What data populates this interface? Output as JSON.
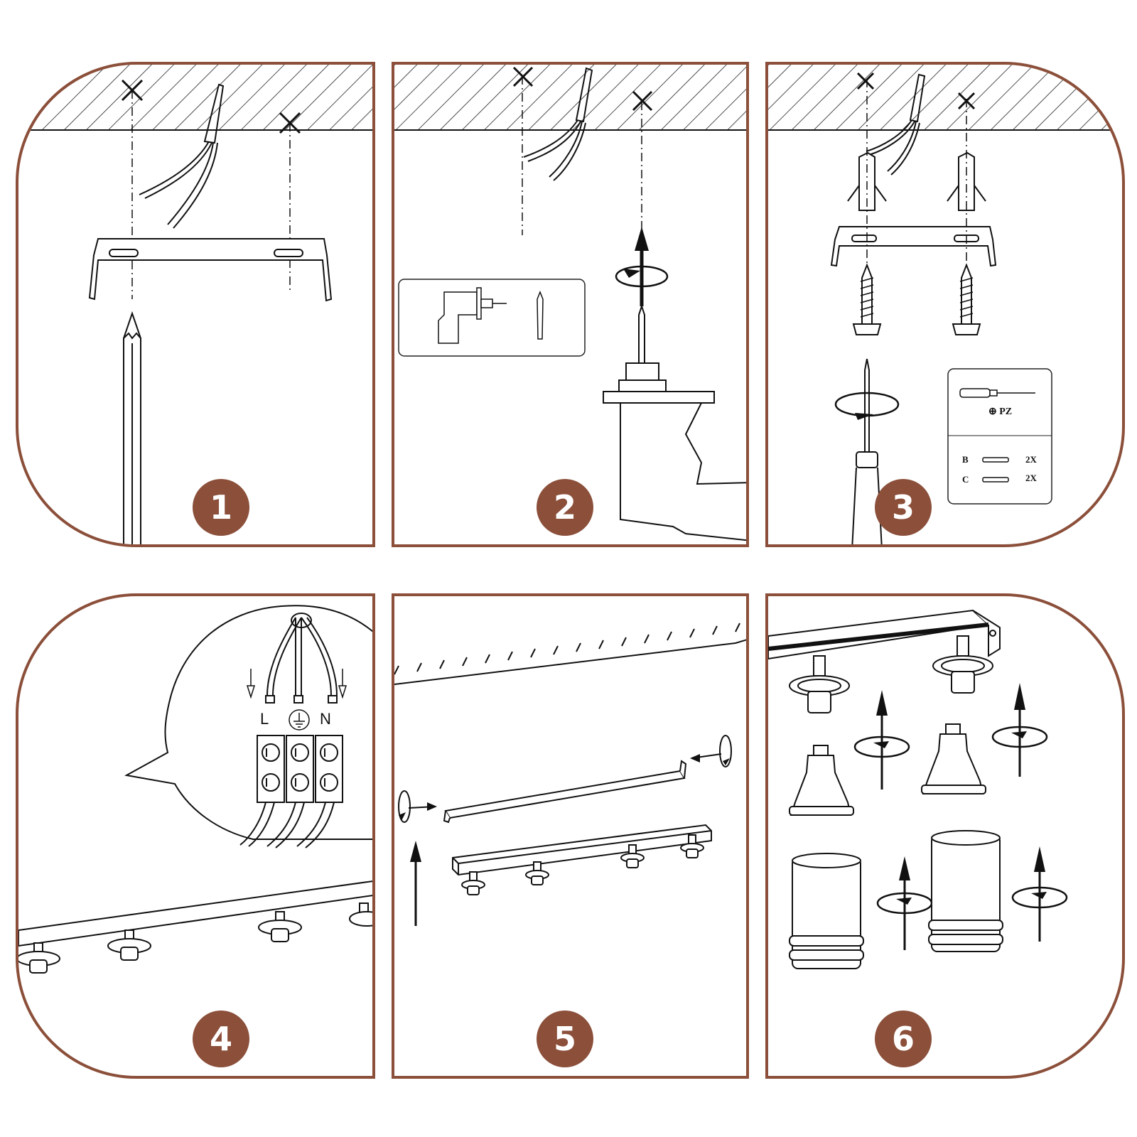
{
  "steps": [
    {
      "number": "1"
    },
    {
      "number": "2"
    },
    {
      "number": "3"
    },
    {
      "number": "4"
    },
    {
      "number": "5"
    },
    {
      "number": "6"
    }
  ],
  "step3_legend": {
    "tool_label": "⊕ PZ",
    "rows": [
      {
        "letter": "B",
        "qty": "2X"
      },
      {
        "letter": "C",
        "qty": "2X"
      }
    ]
  },
  "step4_terminals": {
    "labels": [
      "L",
      "N"
    ]
  },
  "colors": {
    "accent": "#8b4f3a",
    "line": "#111111"
  },
  "icons": [
    "pencil-icon",
    "drill-icon",
    "screwdriver-icon",
    "wall-plug-icon",
    "screw-icon",
    "rotate-arrow-icon",
    "up-arrow-icon",
    "earth-symbol-icon"
  ]
}
